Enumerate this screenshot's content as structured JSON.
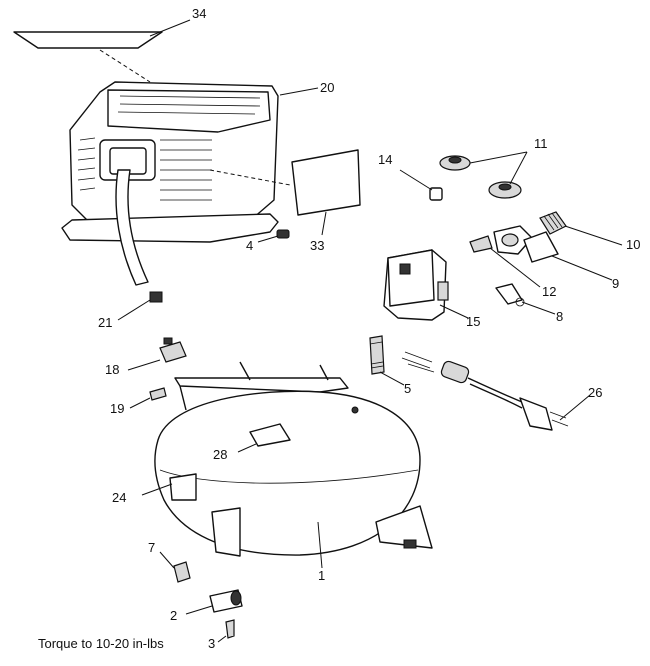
{
  "labels": {
    "p34": "34",
    "p20": "20",
    "p11": "11",
    "p14": "14",
    "p10": "10",
    "p9": "9",
    "p12": "12",
    "p4": "4",
    "p33": "33",
    "p8": "8",
    "p15": "15",
    "p21": "21",
    "p18": "18",
    "p5": "5",
    "p26": "26",
    "p19": "19",
    "p28": "28",
    "p24": "24",
    "p7": "7",
    "p1": "1",
    "p2": "2",
    "p3": "3"
  },
  "note": "Torque to 10-20 in-lbs"
}
